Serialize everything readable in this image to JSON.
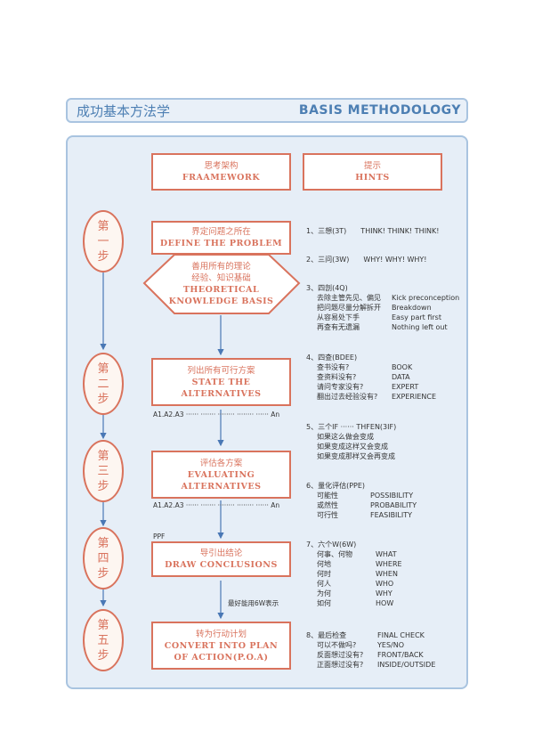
{
  "header": {
    "title_cn": "成功基本方法学",
    "title_en": "BASIS METHODOLOGY"
  },
  "columns": {
    "framework_cn": "思考架构",
    "framework_en": "FRAAMEWORK",
    "hints_cn": "提示",
    "hints_en": "HINTS"
  },
  "steps": [
    {
      "label": [
        "第",
        "一",
        "步"
      ]
    },
    {
      "label": [
        "第",
        "二",
        "步"
      ]
    },
    {
      "label": [
        "第",
        "三",
        "步"
      ]
    },
    {
      "label": [
        "第",
        "四",
        "步"
      ]
    },
    {
      "label": [
        "第",
        "五",
        "步"
      ]
    }
  ],
  "boxes": {
    "define_cn": "界定问题之所在",
    "define_en": "DEFINE THE PROBLEM",
    "theory_cn1": "善用所有的理论",
    "theory_cn2": "经验、知识基础",
    "theory_en1": "THEORETICAL",
    "theory_en2": "KNOWLEDGE BASIS",
    "state_cn": "列出所有可行方案",
    "state_en1": "STATE THE",
    "state_en2": "ALTERNATIVES",
    "eval_cn": "评估各方案",
    "eval_en1": "EVALUATING",
    "eval_en2": "ALTERNATIVES",
    "draw_cn": "导引出结论",
    "draw_en": "DRAW CONCLUSIONS",
    "convert_cn": "转为行动计划",
    "convert_en1": "CONVERT INTO PLAN",
    "convert_en2": "OF ACTION(P.O.A)"
  },
  "notes": {
    "seq1": "A1.A2.A3 ······ ······· ········ ········ ······ An",
    "seq2": "A1.A2.A3 ······ ······· ········ ········ ······ An",
    "ppf": "PPF",
    "six_w_note": "最好能用6W表示"
  },
  "hints": {
    "h1": "1、三想(3T)　　THINK!  THINK! THINK!",
    "h2": "2、三问(3W)　　WHY!  WHY!  WHY!",
    "h3_title": "3、四剖(4Q)",
    "h3_rows": [
      [
        "去除主管先见、偏见",
        "Kick preconception"
      ],
      [
        "把问题尽量分解拆开",
        "Breakdown"
      ],
      [
        "从容易处下手",
        "Easy  part  first"
      ],
      [
        "再查有无遗漏",
        "Nothing  left  out"
      ]
    ],
    "h4_title": "4、四查(BDEE)",
    "h4_rows": [
      [
        "查书没有?",
        "BOOK"
      ],
      [
        "查资料没有?",
        "DATA"
      ],
      [
        "请问专家没有?",
        "EXPERT"
      ],
      [
        "翻出过去经验没有?",
        "EXPERIENCE"
      ]
    ],
    "h5_title": "5、三个IF ······ THFEN(3IF)",
    "h5_rows": [
      "如果这么做会变成",
      "如果变成这样又会变成",
      "如果变成那样又会再变成"
    ],
    "h6_title": "6、量化评估(PPE)",
    "h6_rows": [
      [
        "可能性",
        "POSSIBILITY"
      ],
      [
        "或然性",
        "PROBABILITY"
      ],
      [
        "可行性",
        "FEASIBILITY"
      ]
    ],
    "h7_title": "7、六个W(6W)",
    "h7_rows": [
      [
        "何事、何物",
        "WHAT"
      ],
      [
        "何地",
        "WHERE"
      ],
      [
        "何时",
        "WHEN"
      ],
      [
        "何人",
        "WHO"
      ],
      [
        "为何",
        "WHY"
      ],
      [
        "如何",
        "HOW"
      ]
    ],
    "h8_title": "8、最后检查",
    "h8_rows": [
      [
        "",
        "FINAL  CHECK"
      ],
      [
        "可以不做吗?",
        "YES/NO"
      ],
      [
        "反面想过没有?",
        "FRONT/BACK"
      ],
      [
        "正面想过没有?",
        "INSIDE/OUTSIDE"
      ]
    ]
  },
  "colors": {
    "accent": "#d9735d",
    "frame": "#a9c4e0",
    "arrow": "#4a78b5"
  }
}
